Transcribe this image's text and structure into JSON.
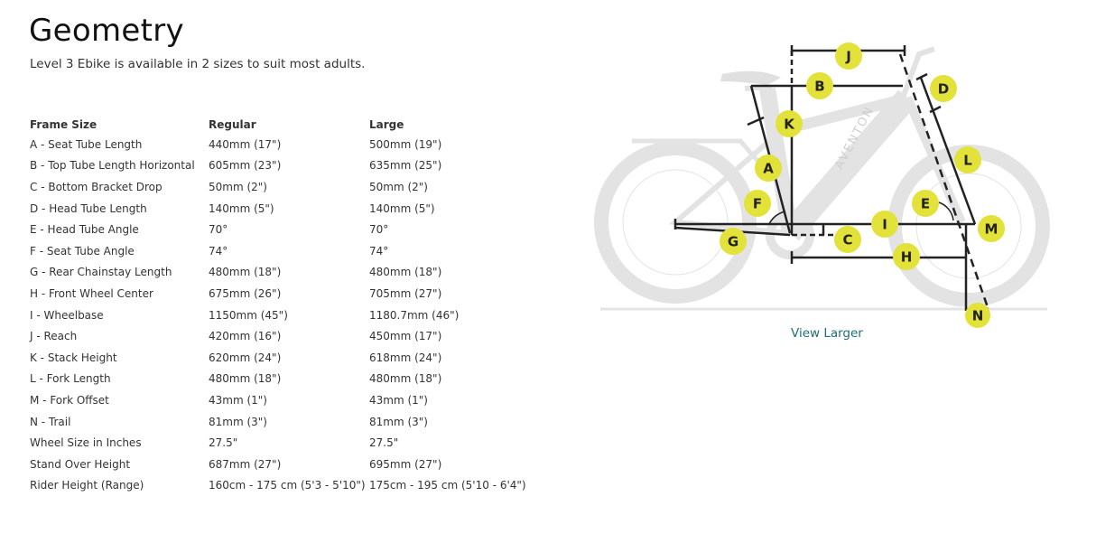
{
  "header": {
    "title": "Geometry",
    "subtitle": "Level 3 Ebike is available in 2 sizes to suit most adults."
  },
  "table": {
    "headers": [
      "Frame Size",
      "Regular",
      "Large"
    ],
    "rows": [
      [
        "A - Seat Tube Length",
        "440mm (17\")",
        "500mm (19\")"
      ],
      [
        "B - Top Tube Length Horizontal",
        "605mm (23\")",
        "635mm (25\")"
      ],
      [
        "C - Bottom Bracket Drop",
        "50mm (2\")",
        "50mm (2\")"
      ],
      [
        "D - Head Tube Length",
        "140mm (5\")",
        "140mm (5\")"
      ],
      [
        "E - Head Tube Angle",
        "70°",
        "70°"
      ],
      [
        "F - Seat Tube Angle",
        "74°",
        "74°"
      ],
      [
        "G - Rear Chainstay Length",
        "480mm (18\")",
        "480mm (18\")"
      ],
      [
        "H - Front Wheel Center",
        "675mm (26\")",
        "705mm (27\")"
      ],
      [
        "I - Wheelbase",
        "1150mm (45\")",
        "1180.7mm (46\")"
      ],
      [
        "J - Reach",
        "420mm (16\")",
        "450mm (17\")"
      ],
      [
        "K - Stack Height",
        "620mm (24\")",
        "618mm (24\")"
      ],
      [
        "L - Fork Length",
        "480mm (18\")",
        "480mm (18\")"
      ],
      [
        "M - Fork Offset",
        "43mm (1\")",
        "43mm (1\")"
      ],
      [
        "N - Trail",
        "81mm (3\")",
        "81mm (3\")"
      ],
      [
        "Wheel Size in Inches",
        "27.5\"",
        "27.5\""
      ],
      [
        "Stand Over Height",
        "687mm (27\")",
        "695mm (27\")"
      ],
      [
        "Rider Height (Range)",
        "160cm - 175 cm (5'3 - 5'10\")",
        "175cm - 195 cm (5'10 - 6'4\")"
      ]
    ]
  },
  "diagram": {
    "frame_text": "AVENTON",
    "labels": [
      "A",
      "B",
      "C",
      "D",
      "E",
      "F",
      "G",
      "H",
      "I",
      "J",
      "K",
      "L",
      "M",
      "N"
    ],
    "marker_color": "#e2e23a"
  },
  "view_larger_label": "View Larger"
}
